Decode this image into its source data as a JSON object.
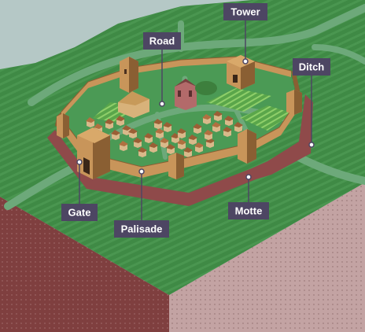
{
  "labels": {
    "tower": "Tower",
    "road": "Road",
    "ditch": "Ditch",
    "gate": "Gate",
    "palisade": "Palisade",
    "motte": "Motte"
  },
  "colors": {
    "sky": "#b5c8c6",
    "ground": "#3f8a45",
    "ground_stripe": "#4a9650",
    "road": "#6da97a",
    "wall": "#c8955a",
    "wall_dark": "#8a5f33",
    "ditch": "#8f4a4a",
    "earth_front": "#c3a3a3",
    "earth_side": "#7f3f3f",
    "label_bg": "#4d4663"
  }
}
